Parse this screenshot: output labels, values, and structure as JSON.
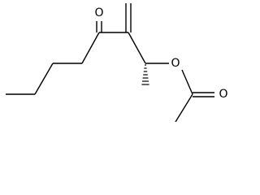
{
  "molecule": {
    "atoms": {
      "ketone_oxygen": "O",
      "ester_oxygen": "O",
      "carbonyl_oxygen": "O"
    },
    "colors": {
      "bond": "#000000",
      "label": "#000000",
      "background": "#ffffff"
    }
  }
}
